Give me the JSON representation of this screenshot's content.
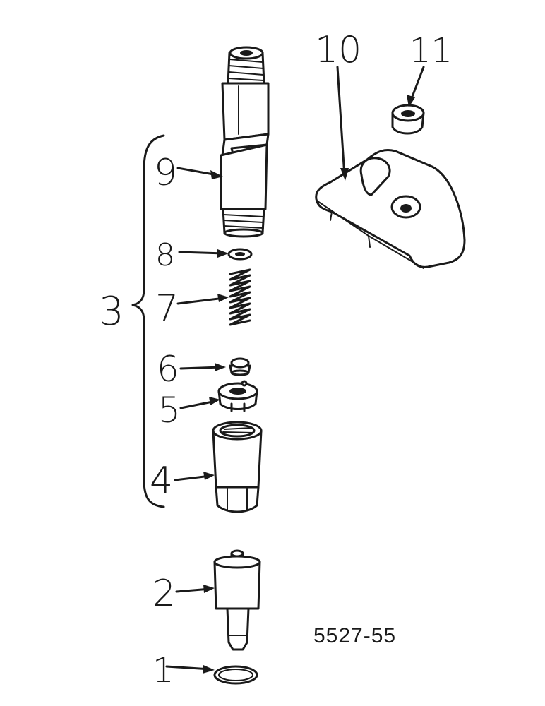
{
  "figure_number": "5527-55",
  "callouts": {
    "c1": "1",
    "c2": "2",
    "c3": "3",
    "c4": "4",
    "c5": "5",
    "c6": "6",
    "c7": "7",
    "c8": "8",
    "c9": "9",
    "c10": "10",
    "c11": "11"
  },
  "colors": {
    "ink": "#1a1a1a",
    "paper": "#ffffff"
  }
}
